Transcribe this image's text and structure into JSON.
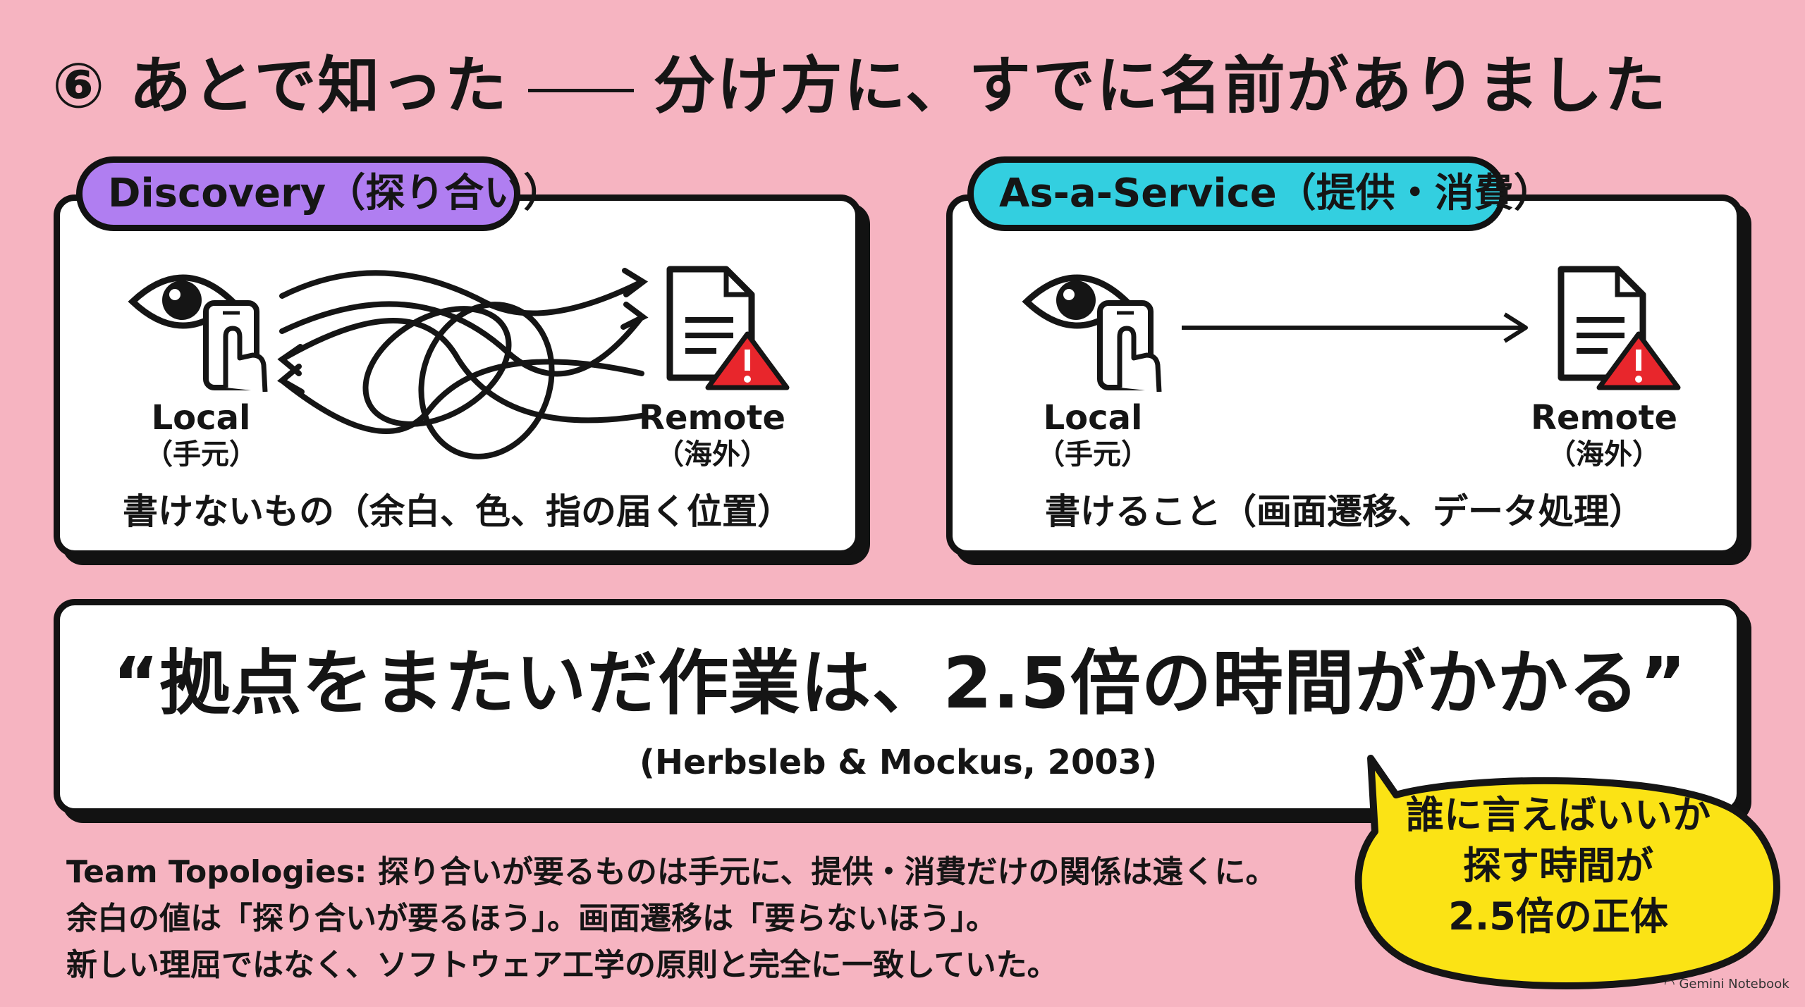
{
  "title": {
    "number": "⑥",
    "part1": "あとで知った",
    "part2": "分け方に、すでに名前がありました"
  },
  "discovery": {
    "tab": "Discovery（探り合い）",
    "local_label": "Local",
    "local_sub": "（手元）",
    "remote_label": "Remote",
    "remote_sub": "（海外）",
    "caption": "書けないもの（余白、色、指の届く位置）"
  },
  "service": {
    "tab": "As-a-Service（提供・消費）",
    "local_label": "Local",
    "local_sub": "（手元）",
    "remote_label": "Remote",
    "remote_sub": "（海外）",
    "caption": "書けること（画面遷移、データ処理）"
  },
  "quote": {
    "text": "“拠点をまたいだ作業は、2.5倍の時間がかかる”",
    "source": "(Herbsleb & Mockus, 2003)"
  },
  "notes": [
    "Team Topologies: 探り合いが要るものは手元に、提供・消費だけの関係は遠くに。",
    "余白の値は「探り合いが要るほう」。画面遷移は「要らないほう」。",
    "新しい理屈ではなく、ソフトウェア工学の原則と完全に一致していた。"
  ],
  "bubble": {
    "lines": [
      "誰に言えばいいか",
      "探す時間が",
      "2.5倍の正体"
    ]
  },
  "watermark": "Gemini Notebook",
  "icons": [
    "eye-icon",
    "phone-icon",
    "pointer-hand-icon",
    "document-icon",
    "warning-icon",
    "tangled-arrows-icon",
    "straight-arrow-icon",
    "gemini-icon"
  ],
  "colors": {
    "background": "#f6b4c1",
    "discovery_tab": "#b07ef1",
    "service_tab": "#33cfe0",
    "bubble": "#fbe315",
    "warning": "#e8262c",
    "ink": "#151515"
  }
}
